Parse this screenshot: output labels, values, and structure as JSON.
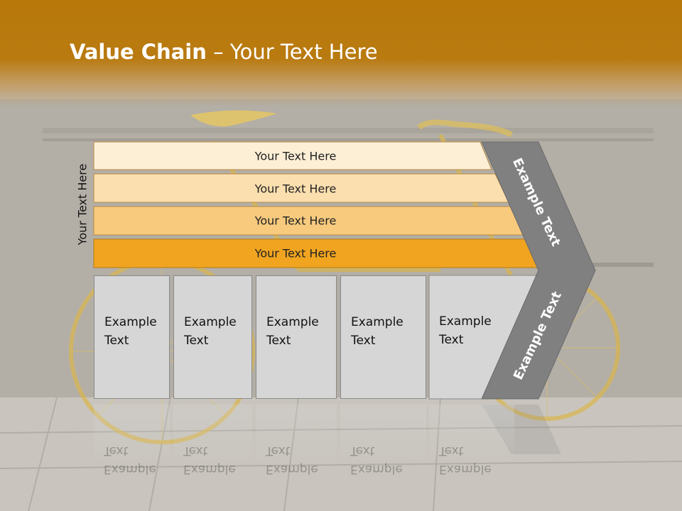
{
  "slide": {
    "title_bold": "Value Chain",
    "title_rest": " – Your Text Here",
    "vertical_label": "Your Text Here"
  },
  "bands": [
    {
      "label": "Your Text Here",
      "color": "#fdefd6"
    },
    {
      "label": "Your Text Here",
      "color": "#fbdfaf"
    },
    {
      "label": "Your Text Here",
      "color": "#f7ca7e"
    },
    {
      "label": "Your Text Here",
      "color": "#f0a420"
    }
  ],
  "columns": [
    {
      "line1": "Example",
      "line2": "Text"
    },
    {
      "line1": "Example",
      "line2": "Text"
    },
    {
      "line1": "Example",
      "line2": "Text"
    },
    {
      "line1": "Example",
      "line2": "Text"
    },
    {
      "line1": "Example",
      "line2": "Text"
    }
  ],
  "chevron": {
    "upper_label": "Example Text",
    "lower_label": "Example Text",
    "color": "#808080"
  }
}
